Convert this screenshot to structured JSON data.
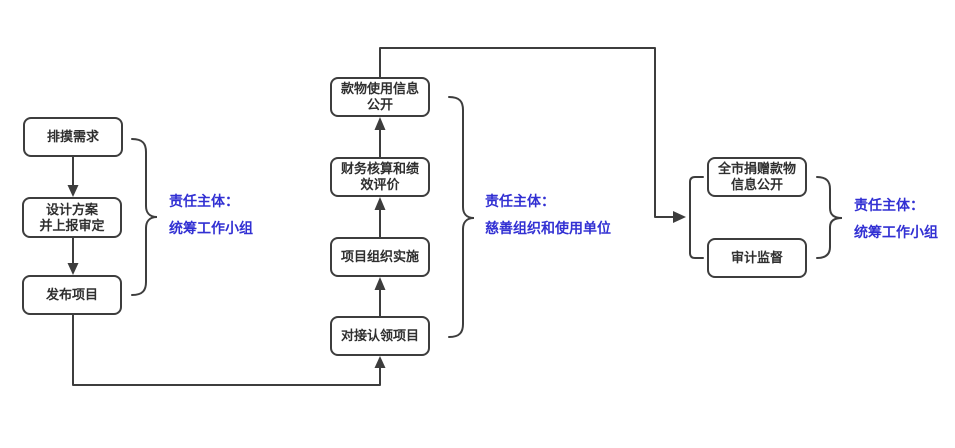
{
  "diagram": {
    "type": "flowchart",
    "colors": {
      "line": "#3d3d3d",
      "box_border": "#3d3d3d",
      "box_text": "#2f2f2f",
      "responsibility_text": "#3230d3",
      "background": "#ffffff"
    },
    "groups": [
      {
        "name": "planning-group",
        "nodes": [
          {
            "label": "排摸需求"
          },
          {
            "label": "设计方案\n并上报审定"
          },
          {
            "label": "发布项目"
          }
        ],
        "responsibility": {
          "prefix": "责任主体：",
          "value": "统筹工作小组"
        }
      },
      {
        "name": "implementation-group",
        "nodes": [
          {
            "label": "对接认领项目"
          },
          {
            "label": "项目组织实施"
          },
          {
            "label": "财务核算和绩\n效评价"
          },
          {
            "label": "款物使用信息\n公开"
          }
        ],
        "responsibility": {
          "prefix": "责任主体：",
          "value": "慈善组织和使用单位"
        }
      },
      {
        "name": "oversight-group",
        "nodes": [
          {
            "label": "全市捐赠款物\n信息公开"
          },
          {
            "label": "审计监督"
          }
        ],
        "responsibility": {
          "prefix": "责任主体：",
          "value": "统筹工作小组"
        }
      }
    ]
  }
}
